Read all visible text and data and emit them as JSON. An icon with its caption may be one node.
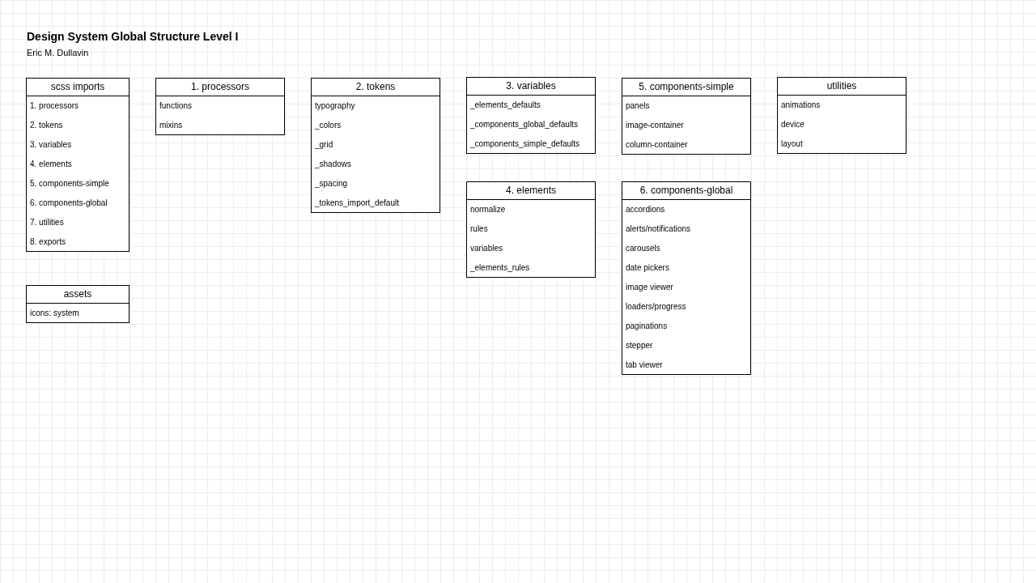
{
  "diagram": {
    "title": "Design System Global Structure Level I",
    "nodes": [
      {
        "text": [
          "scss imports",
          "1. processors",
          "2. tokens",
          "3. variables",
          "4. elements",
          "5. components-simple",
          "6. components-global",
          "7. utilities",
          "8. exports"
        ]
      },
      {
        "text": [
          "assets",
          "icons: system"
        ]
      },
      {
        "text": [
          "1. processors",
          "functions",
          "mixins"
        ]
      },
      {
        "text": [
          "2. tokens",
          "typography",
          "_colors",
          "_grid",
          "_shadows",
          "_spacing",
          "_tokens_import_default"
        ]
      },
      {
        "text": [
          "3. variables",
          "_elements_defaults",
          "_components_global_defaults",
          "_components_simple_defaults"
        ]
      },
      {
        "text": [
          "4. elements",
          "normalize",
          "rules",
          "variables",
          "_elements_rules"
        ]
      },
      {
        "text": [
          "5. components-simple",
          "panels",
          "image-container",
          "column-container"
        ]
      },
      {
        "text": [
          "6. components-global",
          "accordions",
          "alerts/notifications",
          "carousels",
          "date pickers",
          "image viewer",
          "loaders/progress",
          "paginations",
          "stepper",
          "tab viewer"
        ]
      },
      {
        "text": [
          "utilities",
          "animations",
          "device",
          "layout"
        ]
      }
    ],
    "labels": [
      "Eric M. Dullavin"
    ]
  }
}
